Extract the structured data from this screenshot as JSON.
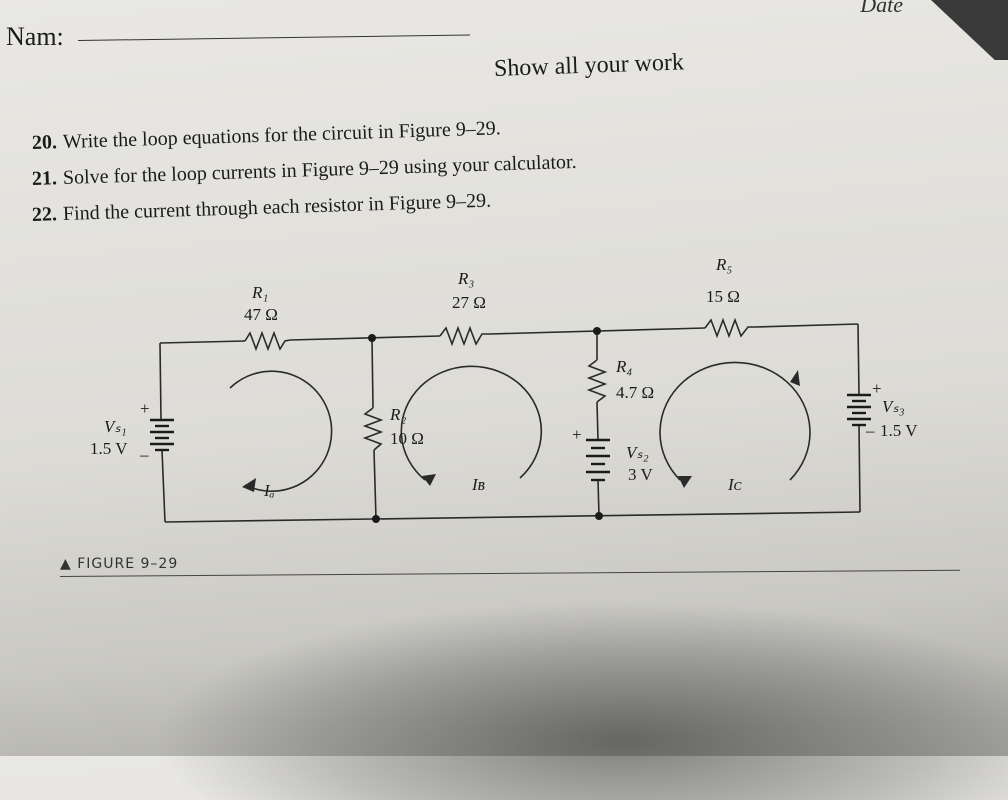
{
  "header": {
    "name_label": "Nam:",
    "date_label": "Date",
    "show_work": "Show all your work"
  },
  "questions": [
    {
      "number": "20.",
      "text": "Write the loop equations for the circuit in Figure 9–29."
    },
    {
      "number": "21.",
      "text": "Solve for the loop currents in Figure 9–29 using your calculator."
    },
    {
      "number": "22.",
      "text": "Find the current through each resistor in Figure 9–29."
    }
  ],
  "figure": {
    "caption": "▲ FIGURE 9–29",
    "components": {
      "r1": {
        "name": "R₁",
        "value": "47 Ω"
      },
      "r2": {
        "name": "R₂",
        "value": "10 Ω"
      },
      "r3": {
        "name": "R₃",
        "value": "27 Ω"
      },
      "r4": {
        "name": "R₄",
        "value": "4.7 Ω"
      },
      "r5": {
        "name": "R₅",
        "value": "15 Ω"
      },
      "vs1": {
        "name": "Vₛ₁",
        "value": "1.5 V"
      },
      "vs2": {
        "name": "Vₛ₂",
        "value": "3 V"
      },
      "vs3": {
        "name": "Vₛ₃",
        "value": "1.5 V"
      }
    },
    "loop_currents": [
      "Iₐ",
      "Iʙ",
      "Iᴄ"
    ],
    "plus_sign": "+",
    "minus_sign": "–"
  }
}
